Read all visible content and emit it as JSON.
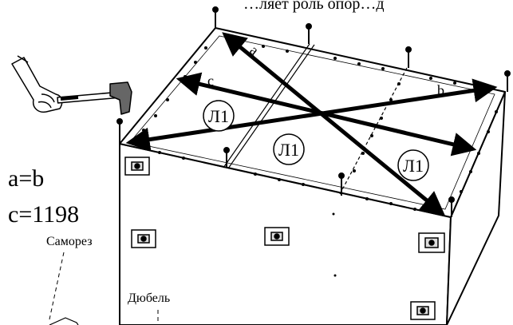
{
  "header_text": "…ляет роль опор…д",
  "arrows": [
    {
      "letter": "a"
    },
    {
      "letter": "b"
    },
    {
      "letter": "c"
    }
  ],
  "panel_labels": [
    "Л1",
    "Л1",
    "Л1"
  ],
  "formulas": {
    "line1": "a=b",
    "line2": "c=1198"
  },
  "callouts": {
    "screw": "Саморез",
    "dowel": "Дюбель"
  }
}
